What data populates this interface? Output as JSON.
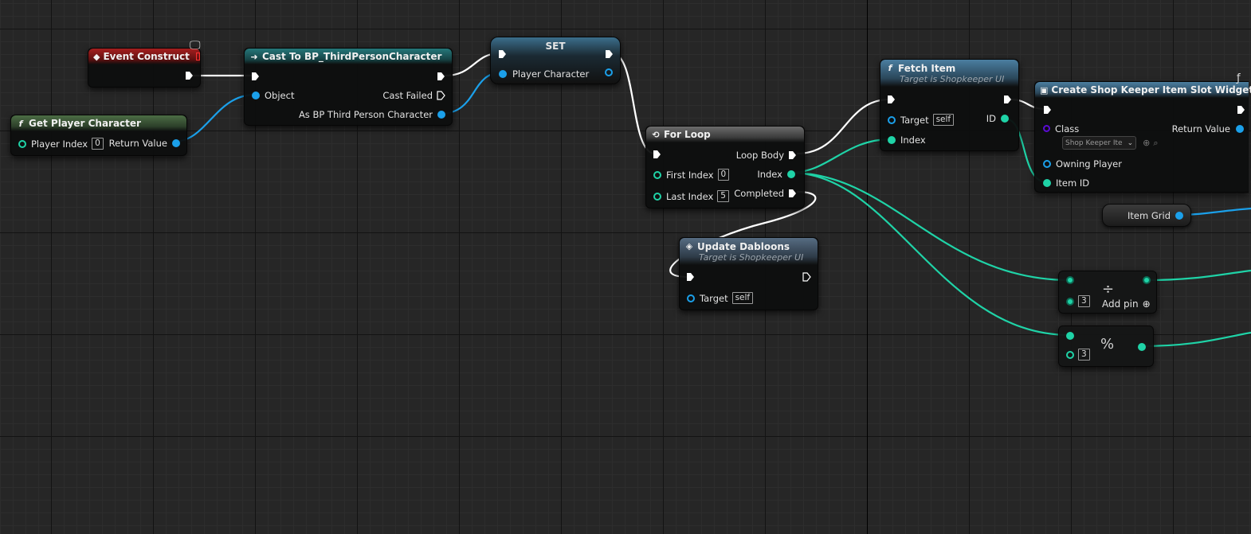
{
  "colors": {
    "exec": "#ffffff",
    "object": "#1ba0ea",
    "integer": "#1fd3a7",
    "class": "#5b0bd4",
    "event_header": "#a61f1f",
    "cast_header": "#25777a",
    "pure_function_header": "#4c6d45",
    "macro_header": "#6c6c6c",
    "function_header": "#4b7ea0"
  },
  "event_construct": {
    "title": "Event Construct",
    "icon": "event-diamond-icon"
  },
  "cast": {
    "title": "Cast To BP_ThirdPersonCharacter",
    "object_label": "Object",
    "failed_label": "Cast Failed",
    "as_label": "As BP Third Person Character"
  },
  "get_player": {
    "title": "Get Player Character",
    "index_label": "Player Index",
    "index_value": "0",
    "return_label": "Return Value"
  },
  "set_node": {
    "title": "SET",
    "pin_label": "Player Character"
  },
  "for_loop": {
    "title": "For Loop",
    "loop_body": "Loop Body",
    "first_index": "First Index",
    "first_value": "0",
    "index": "Index",
    "last_index": "Last Index",
    "last_value": "5",
    "completed": "Completed"
  },
  "update_dabloons": {
    "title": "Update Dabloons",
    "subtitle": "Target is Shopkeeper UI",
    "target_label": "Target",
    "target_value": "self"
  },
  "fetch_item": {
    "title": "Fetch Item",
    "subtitle": "Target is Shopkeeper UI",
    "target_label": "Target",
    "target_value": "self",
    "index_label": "Index",
    "id_label": "ID"
  },
  "create_widget": {
    "title": "Create Shop Keeper Item Slot Widget",
    "class_label": "Class",
    "class_value": "Shop Keeper Ite",
    "return_label": "Return Value",
    "owning_label": "Owning Player",
    "item_id_label": "Item ID"
  },
  "item_grid": {
    "label": "Item Grid"
  },
  "divide_node": {
    "operator": "÷",
    "value": "3",
    "add_pin": "Add pin"
  },
  "modulo_node": {
    "operator": "%",
    "value": "3"
  }
}
